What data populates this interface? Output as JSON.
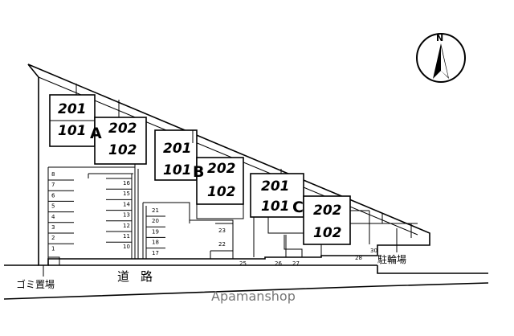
{
  "buildings": [
    {
      "name": "A",
      "rooms": [
        "201",
        "101",
        "202",
        "102"
      ]
    },
    {
      "name": "B",
      "rooms": [
        "201",
        "101",
        "202",
        "102"
      ]
    },
    {
      "name": "C",
      "rooms": [
        "201",
        "101",
        "202",
        "102"
      ]
    }
  ],
  "parking": {
    "lot1_left": [
      "8",
      "7",
      "6",
      "5",
      "4",
      "3",
      "2",
      "1"
    ],
    "lot1_right": [
      "16",
      "15",
      "14",
      "13",
      "12",
      "11",
      "10"
    ],
    "lot2": [
      "21",
      "20",
      "19",
      "18",
      "17"
    ],
    "lot2_extra": [
      "23",
      "22"
    ],
    "bottom": [
      "25",
      "26",
      "27",
      "28",
      "30"
    ]
  },
  "labels": {
    "garbage": "ゴミ置場",
    "road": "道路",
    "bicycle": "駐輪場",
    "north": "N",
    "watermark": "Apamanshop"
  }
}
